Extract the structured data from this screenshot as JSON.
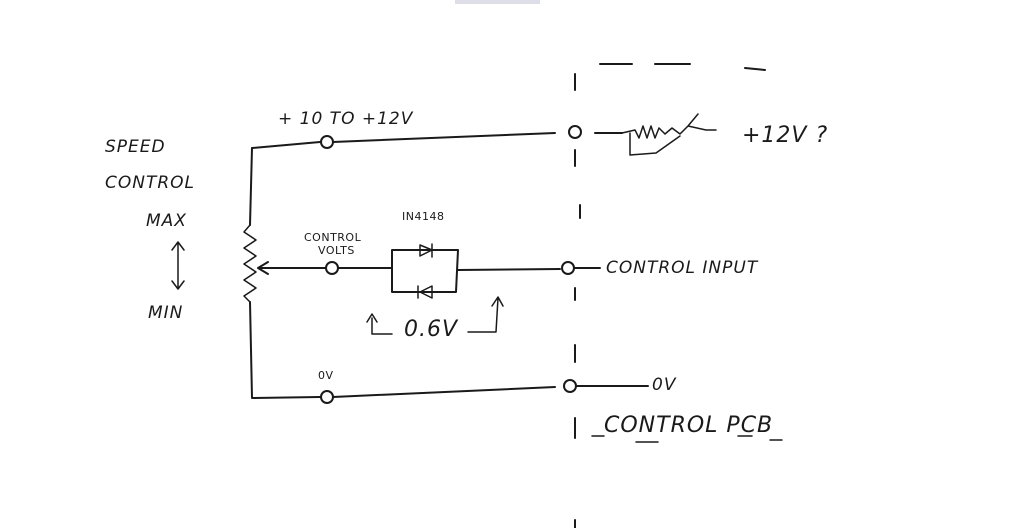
{
  "diagram": {
    "speed_control_line1": "SPEED",
    "speed_control_line2": "CONTROL",
    "max_label": "MAX",
    "min_label": "MIN",
    "supply_label": "+ 10 TO +12V",
    "control_volts_line1": "CONTROL",
    "control_volts_line2": "VOLTS",
    "diode_part": "IN4148",
    "diode_drop": "0.6V",
    "zero_volt_label": "0V",
    "pcb_supply_label": "+12V ?",
    "pcb_control_label": "CONTROL   INPUT",
    "pcb_zero_label": "0V",
    "pcb_title": "CONTROL  PCB"
  },
  "colors": {
    "ink": "#1a1a1a",
    "paper": "#ffffff"
  }
}
